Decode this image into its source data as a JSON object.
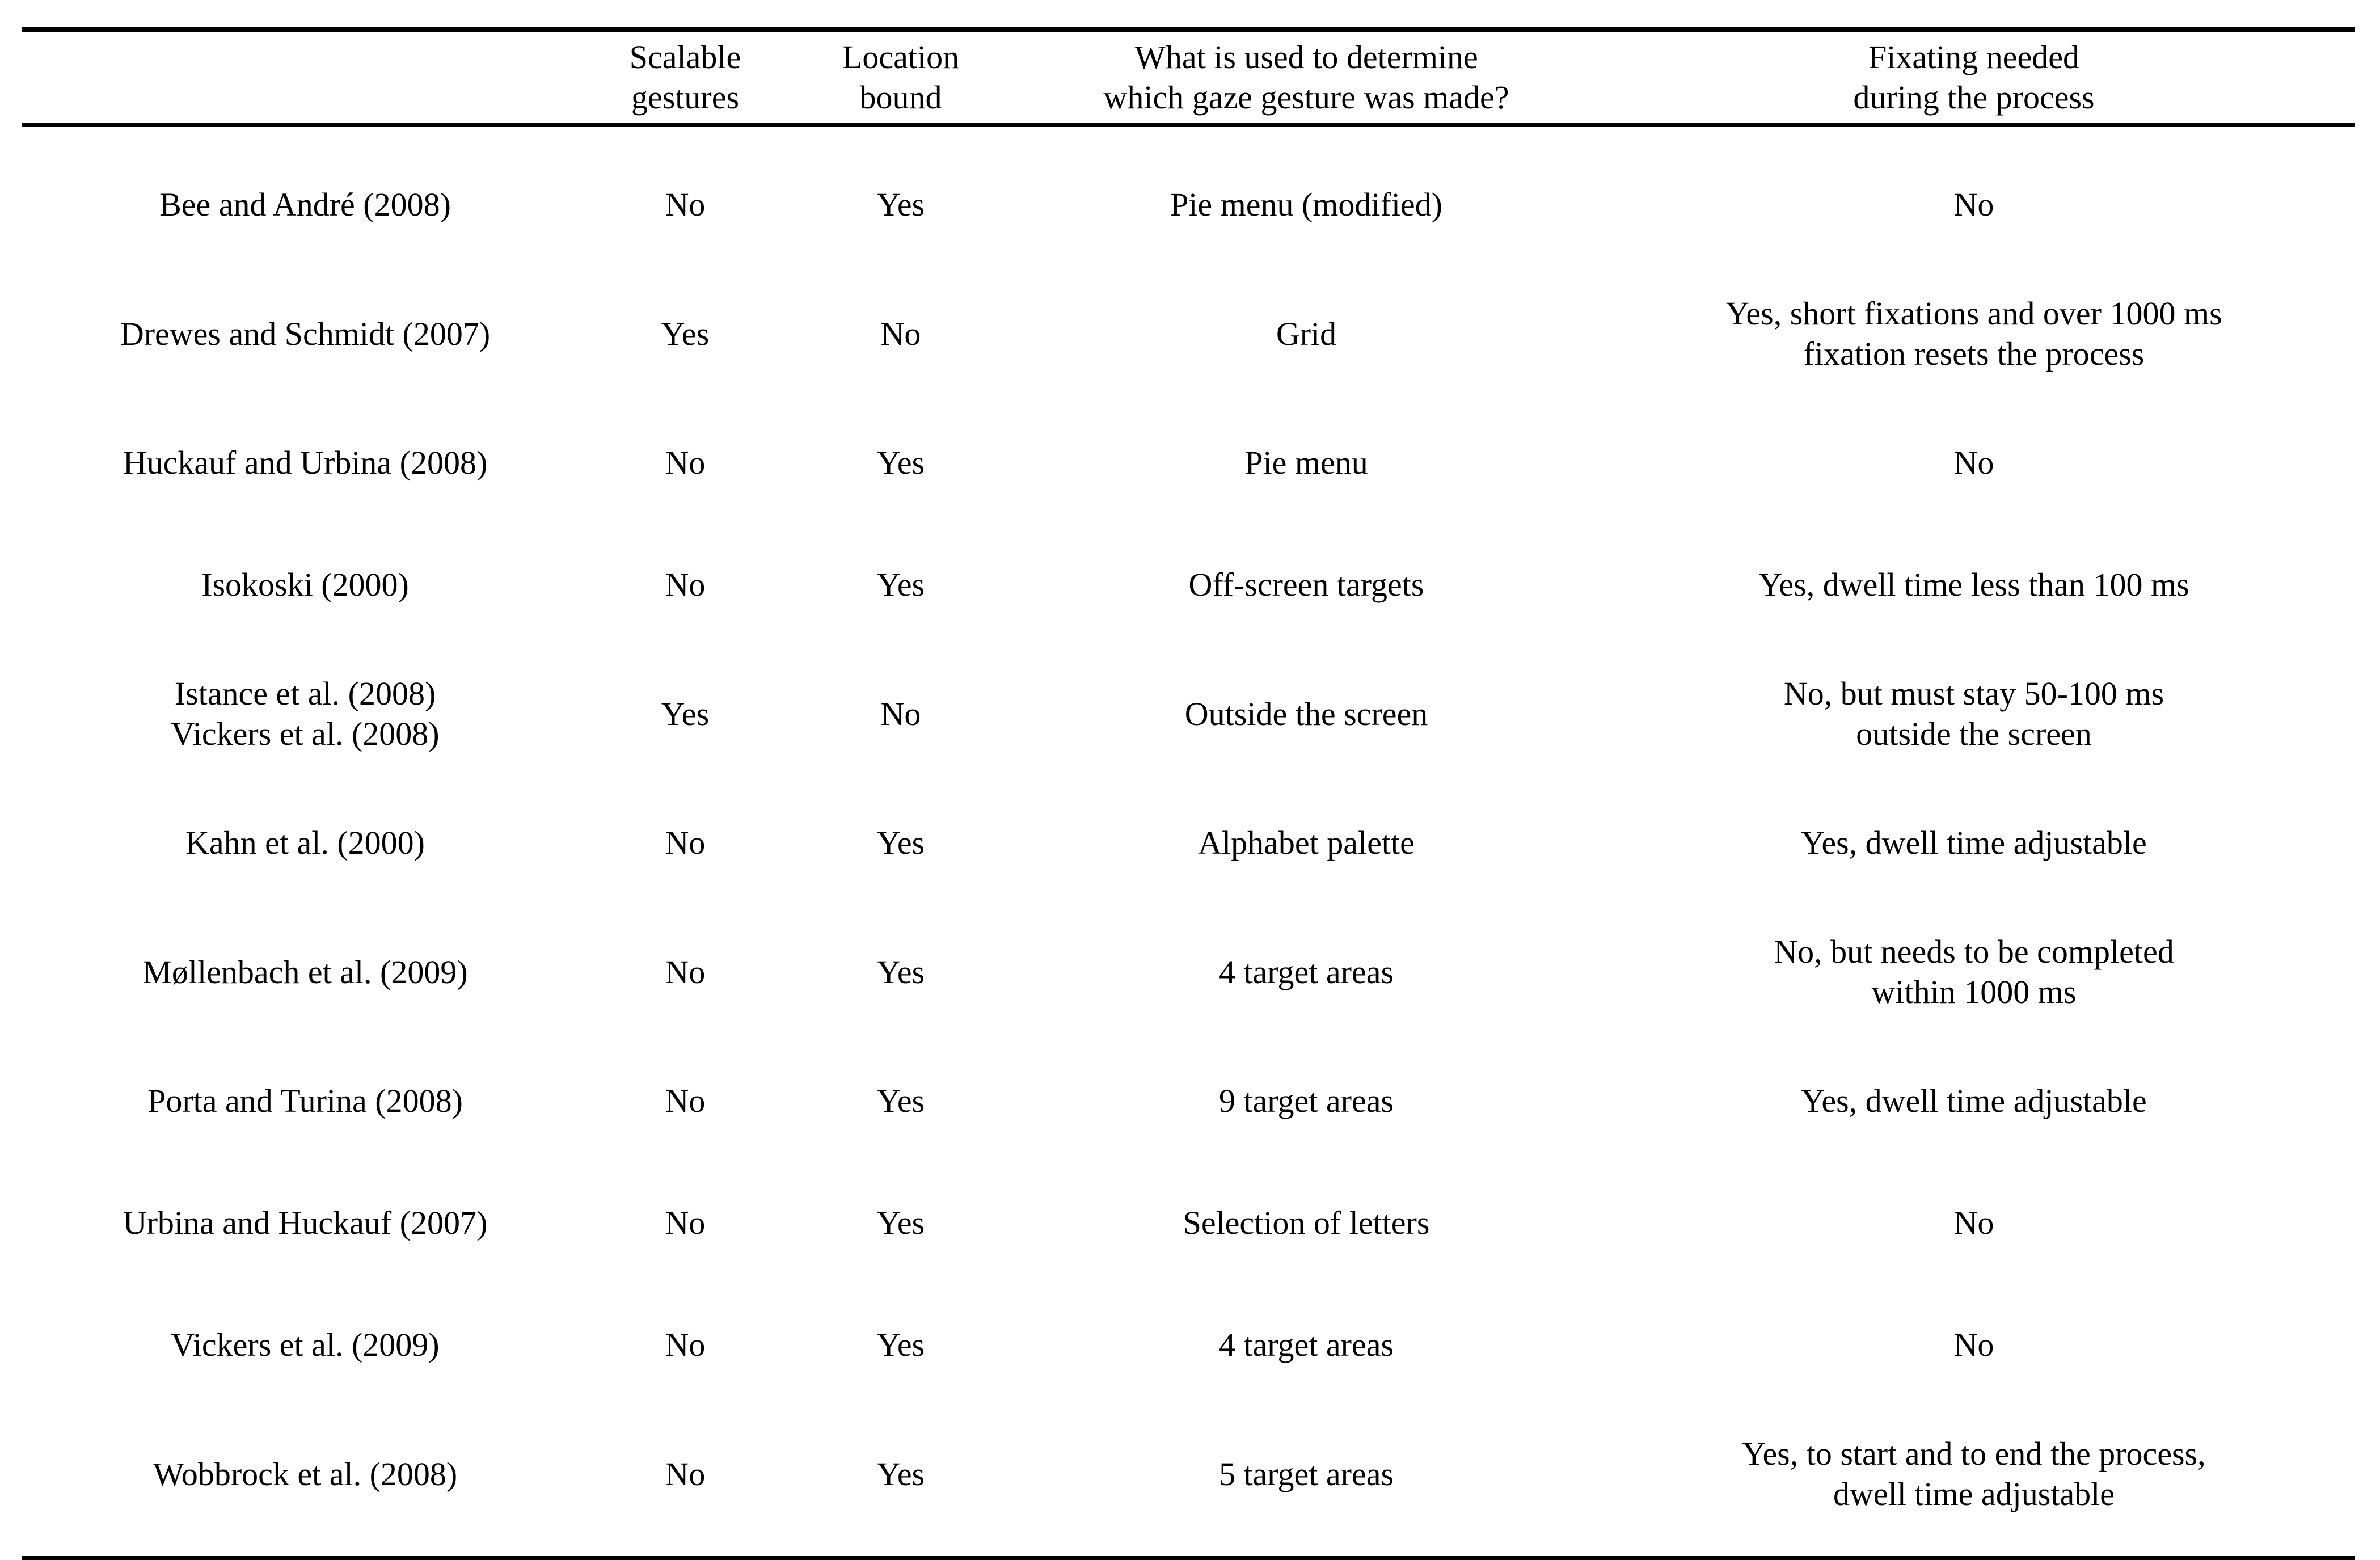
{
  "table": {
    "columns": [
      {
        "key": "reference",
        "header": ""
      },
      {
        "key": "scalable_gestures",
        "header": "Scalable\ngestures"
      },
      {
        "key": "location_bound",
        "header": "Location\nbound"
      },
      {
        "key": "determination_method",
        "header": "What is used to determine\nwhich gaze gesture was made?"
      },
      {
        "key": "fixating_needed",
        "header": "Fixating needed\nduring the process"
      }
    ],
    "rows": [
      {
        "reference": "Bee and André (2008)",
        "scalable_gestures": "No",
        "location_bound": "Yes",
        "determination_method": "Pie menu (modified)",
        "fixating_needed": "No"
      },
      {
        "reference": "Drewes and Schmidt (2007)",
        "scalable_gestures": "Yes",
        "location_bound": "No",
        "determination_method": "Grid",
        "fixating_needed": "Yes, short fixations and over 1000 ms\nfixation resets the process"
      },
      {
        "reference": "Huckauf and Urbina (2008)",
        "scalable_gestures": "No",
        "location_bound": "Yes",
        "determination_method": "Pie menu",
        "fixating_needed": "No"
      },
      {
        "reference": "Isokoski (2000)",
        "scalable_gestures": "No",
        "location_bound": "Yes",
        "determination_method": "Off-screen targets",
        "fixating_needed": "Yes, dwell time less than 100 ms"
      },
      {
        "reference": "Istance et al. (2008)\nVickers et al. (2008)",
        "scalable_gestures": "Yes",
        "location_bound": "No",
        "determination_method": "Outside the screen",
        "fixating_needed": "No, but must stay 50-100 ms\noutside the screen"
      },
      {
        "reference": "Kahn et al. (2000)",
        "scalable_gestures": "No",
        "location_bound": "Yes",
        "determination_method": "Alphabet palette",
        "fixating_needed": "Yes, dwell time adjustable"
      },
      {
        "reference": "Møllenbach et al. (2009)",
        "scalable_gestures": "No",
        "location_bound": "Yes",
        "determination_method": "4 target areas",
        "fixating_needed": "No, but needs to be completed\nwithin 1000 ms"
      },
      {
        "reference": "Porta and Turina (2008)",
        "scalable_gestures": "No",
        "location_bound": "Yes",
        "determination_method": "9 target areas",
        "fixating_needed": "Yes, dwell time adjustable"
      },
      {
        "reference": "Urbina and Huckauf (2007)",
        "scalable_gestures": "No",
        "location_bound": "Yes",
        "determination_method": "Selection of letters",
        "fixating_needed": "No"
      },
      {
        "reference": "Vickers et al. (2009)",
        "scalable_gestures": "No",
        "location_bound": "Yes",
        "determination_method": "4 target areas",
        "fixating_needed": "No"
      },
      {
        "reference": "Wobbrock et al. (2008)",
        "scalable_gestures": "No",
        "location_bound": "Yes",
        "determination_method": "5 target areas",
        "fixating_needed": "Yes, to start and to end the process,\ndwell time adjustable"
      }
    ]
  },
  "style": {
    "text_color": "#000000",
    "background_color": "#ffffff",
    "rule_color": "#000000"
  }
}
